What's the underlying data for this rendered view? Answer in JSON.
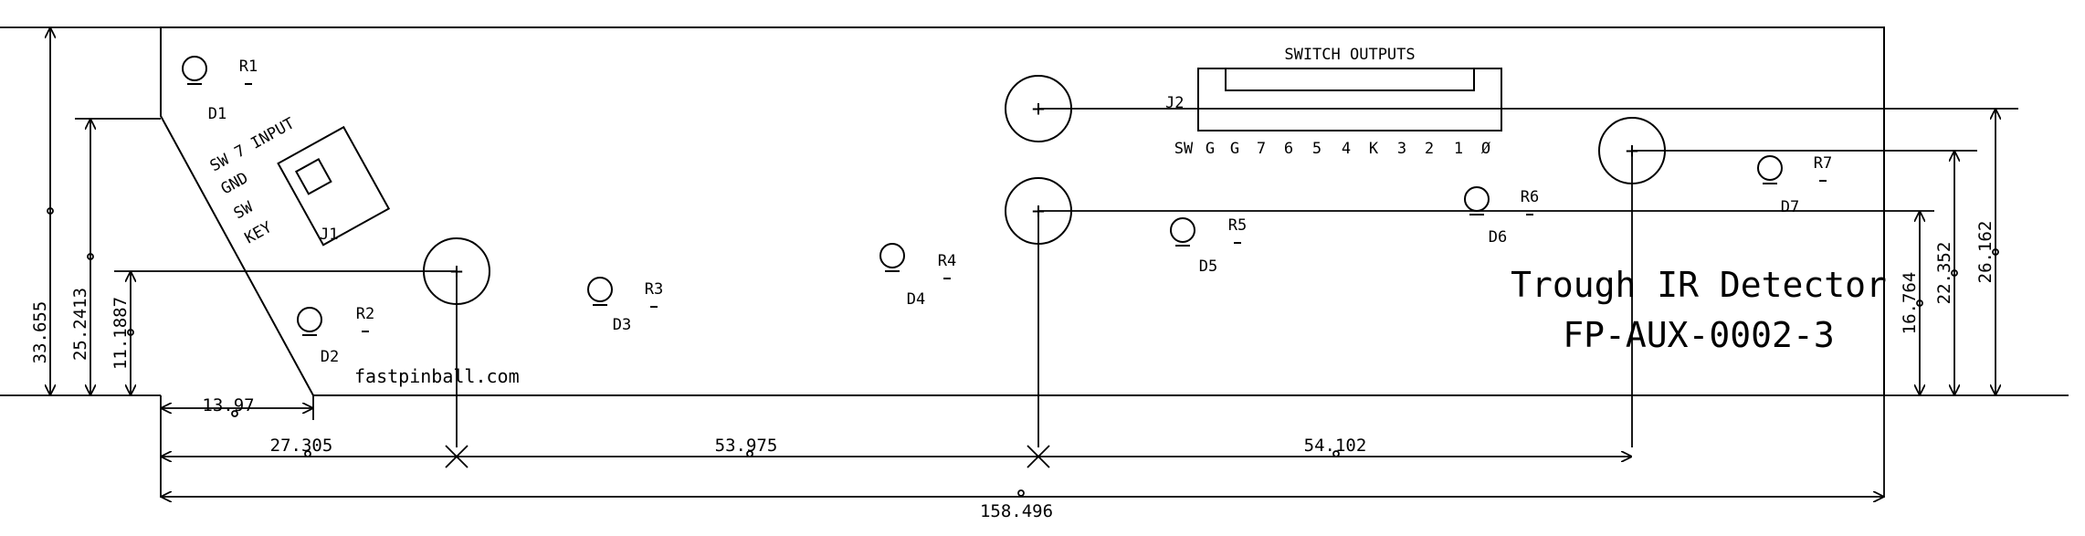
{
  "board": {
    "title": "Trough IR Detector",
    "part_number": "FP-AUX-0002-3",
    "url": "fastpinball.com"
  },
  "connectors": {
    "j1": {
      "ref": "J1",
      "pins": [
        "SW 7 INPUT",
        "GND",
        "SW",
        "KEY"
      ]
    },
    "j2": {
      "ref": "J2",
      "header": "SWITCH OUTPUTS",
      "pins": [
        "SW",
        "G",
        "G",
        "7",
        "6",
        "5",
        "4",
        "K",
        "3",
        "2",
        "1",
        "Ø"
      ]
    }
  },
  "parts": {
    "diodes": [
      "D1",
      "D2",
      "D3",
      "D4",
      "D5",
      "D6",
      "D7"
    ],
    "resistors": [
      "R1",
      "R2",
      "R3",
      "R4",
      "R5",
      "R6",
      "R7"
    ]
  },
  "holes": {
    "symbol": "+"
  },
  "dimensions": {
    "horizontal": {
      "d1": "13.97",
      "d2": "27.305",
      "d3": "53.975",
      "d4": "54.102",
      "total": "158.496"
    },
    "vertical": {
      "left_outer": "33.655",
      "left_mid": "25.2413",
      "left_inner": "11.1887",
      "right_inner": "16.764",
      "right_mid": "22.352",
      "right_outer": "26.162"
    }
  }
}
